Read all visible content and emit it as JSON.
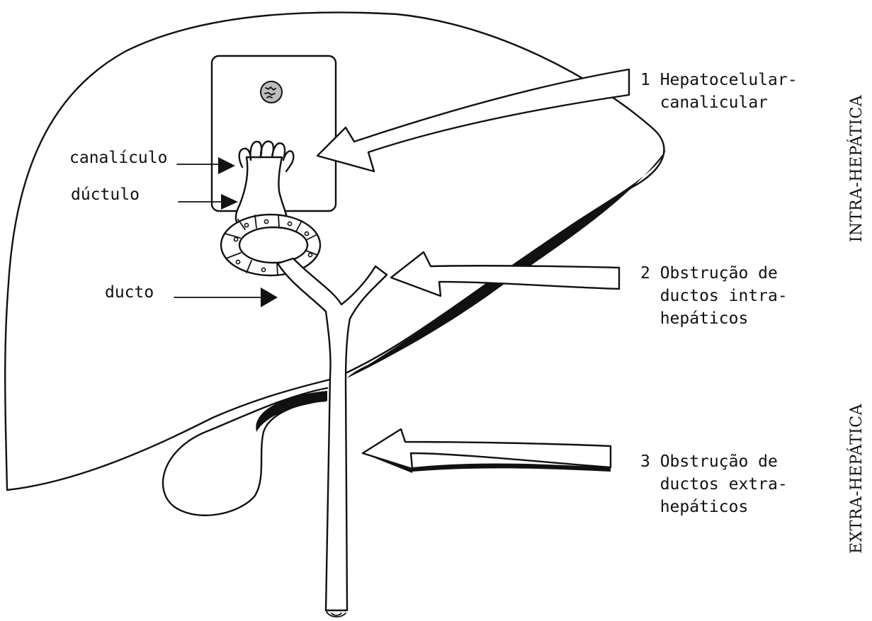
{
  "structures": {
    "canaliculo": "canalículo",
    "ductulo": "dúctulo",
    "ducto": "ducto"
  },
  "sites": {
    "site1": [
      "1 Hepatocelular-",
      "  canalicular"
    ],
    "site2": [
      "2 Obstrução de",
      "  ductos intra-",
      "  hepáticos"
    ],
    "site3": [
      "3 Obstrução de",
      "  ductos extra-",
      "  hepáticos"
    ]
  },
  "regions": {
    "intra": "INTRA-HEPÁTICA",
    "extra": "EXTRA-HEPÁTICA"
  }
}
